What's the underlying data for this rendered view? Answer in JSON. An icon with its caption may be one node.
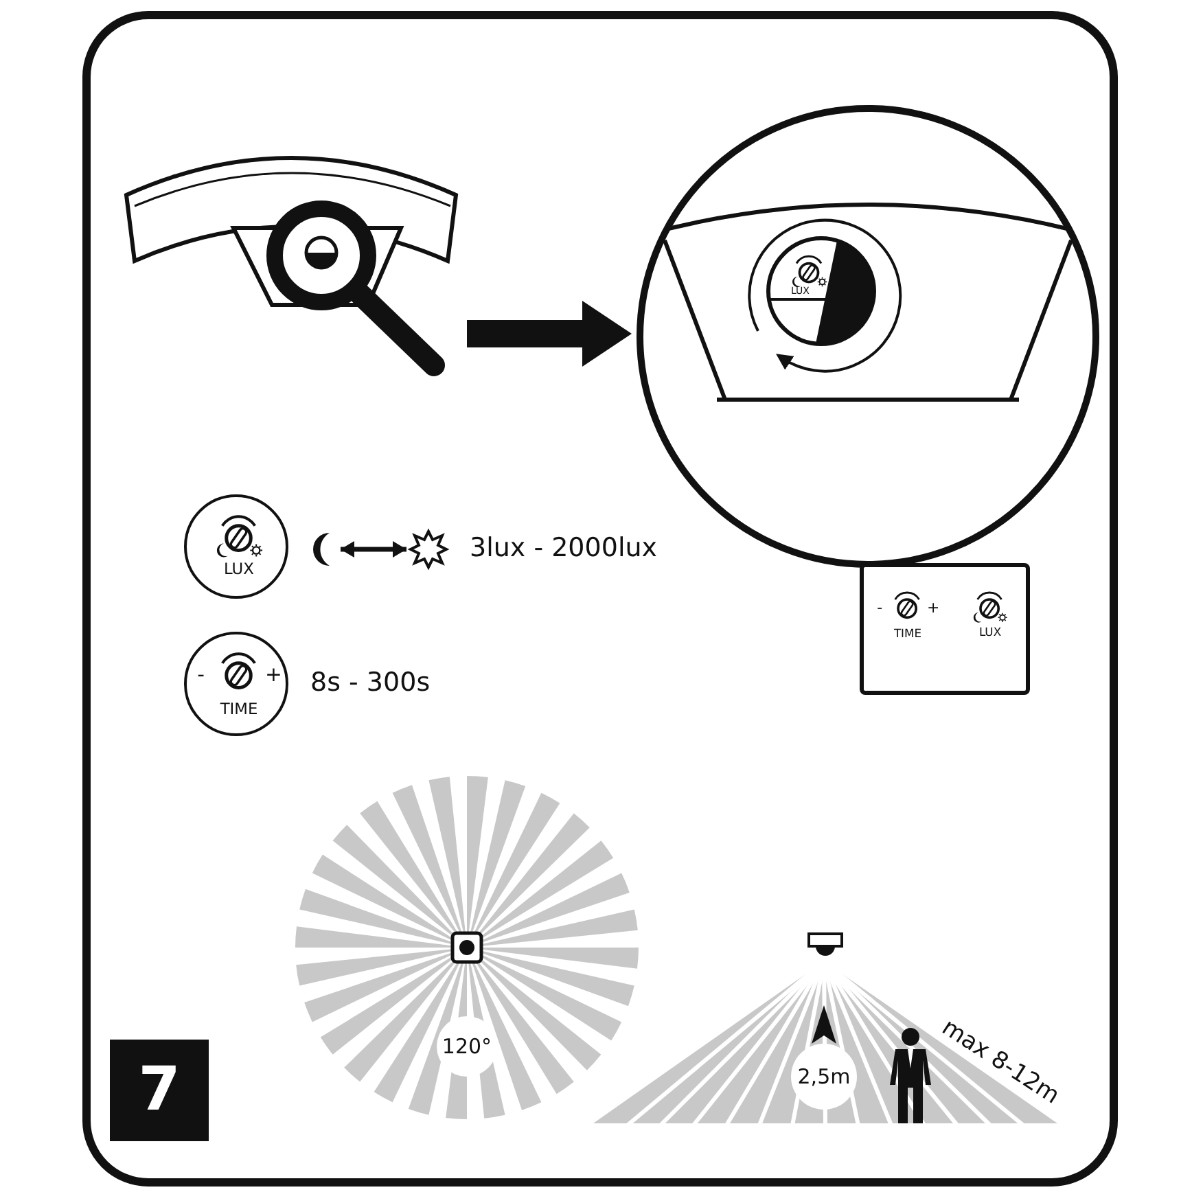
{
  "diagram": {
    "nodes": [
      {
        "text": [],
        "shape": "picture"
      },
      {
        "text": [],
        "shape": "circle"
      },
      {
        "text": [
          "LUX"
        ],
        "in": 1
      },
      {
        "text": [
          "LUX"
        ]
      },
      {
        "text": [],
        "shape": "picture"
      },
      {
        "text": [],
        "shape": "picture"
      },
      {
        "text": [
          "-",
          "+",
          "TIME"
        ],
        "beside": [
          "8s - 300s"
        ]
      },
      {
        "text": [],
        "shape": "box"
      },
      {
        "text": [
          "-",
          "+",
          "TIME"
        ],
        "in": 7
      },
      {
        "text": [
          "LUX"
        ],
        "in": 7
      }
    ],
    "edges": [
      {
        "from": 0,
        "to": 1,
        "arrow": "to",
        "style": "thick"
      },
      {
        "from": 4,
        "to": 5,
        "arrow": "both",
        "label": "3lux - 2000lux"
      }
    ],
    "labels": [
      "120°",
      "2,5m",
      "max 8-12m",
      "7"
    ]
  }
}
